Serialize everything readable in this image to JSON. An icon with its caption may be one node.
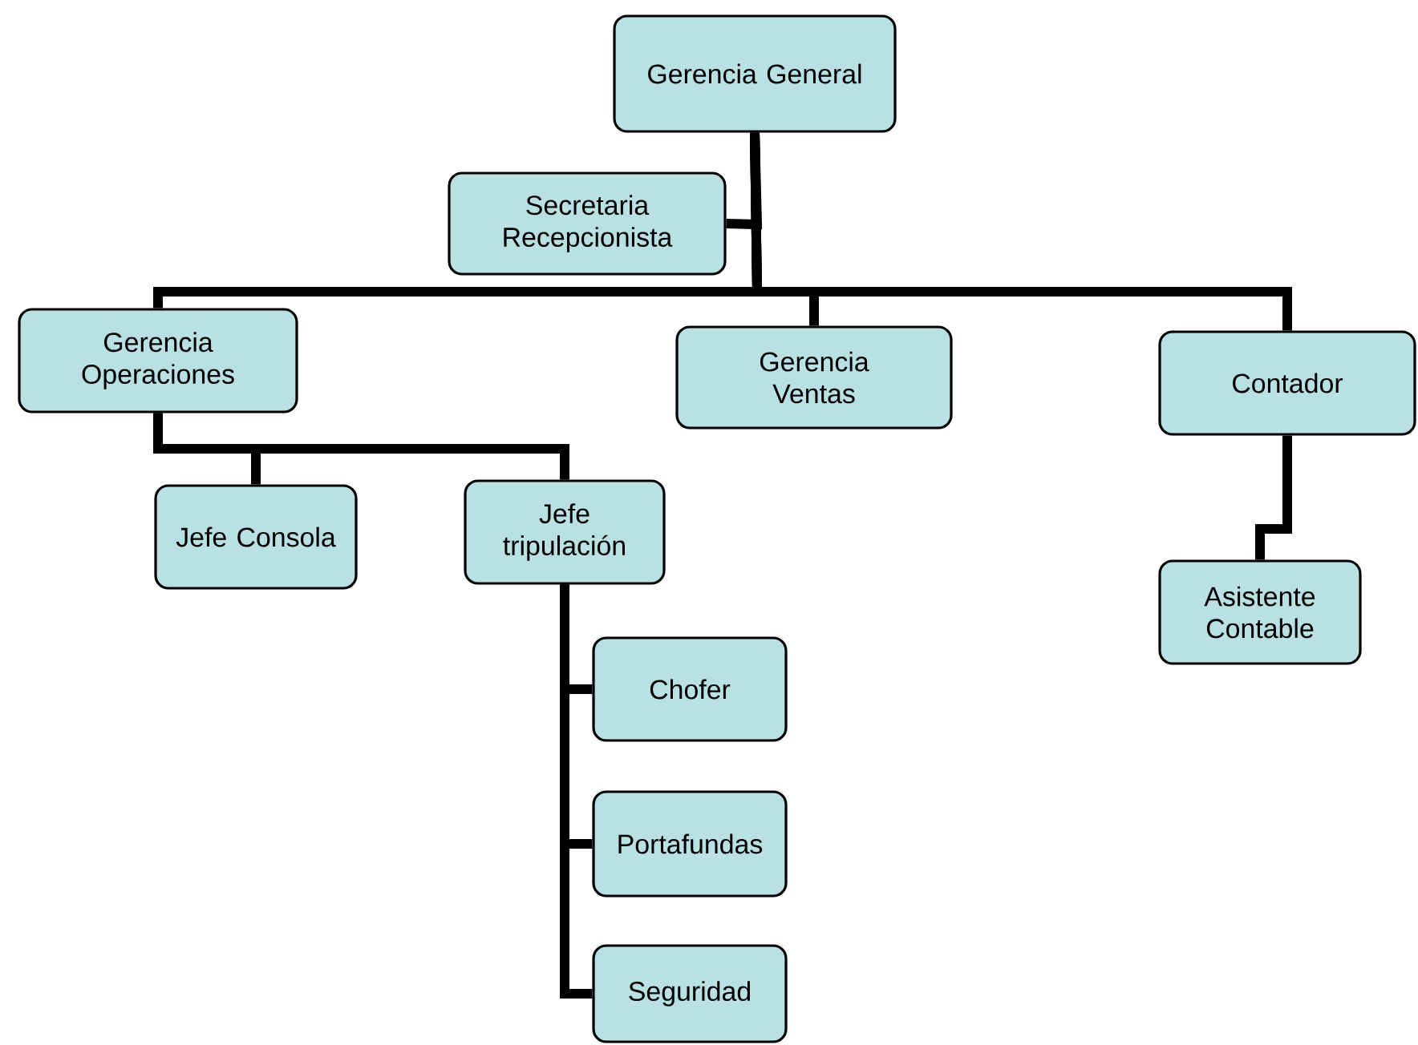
{
  "diagram": {
    "nodes": [
      {
        "text": [
          "Gerencia General"
        ]
      },
      {
        "text": [
          "Secretaria Recepcionista"
        ]
      },
      {
        "text": [
          "Gerencia Operaciones"
        ]
      },
      {
        "text": [
          "Gerencia Ventas"
        ]
      },
      {
        "text": [
          "Contador"
        ]
      },
      {
        "text": [
          "Jefe Consola"
        ]
      },
      {
        "text": [
          "Jefe tripulación"
        ]
      },
      {
        "text": [
          "Asistente Contable"
        ]
      },
      {
        "text": [
          "Chofer"
        ]
      },
      {
        "text": [
          "Portafundas"
        ]
      },
      {
        "text": [
          "Seguridad"
        ]
      }
    ],
    "edges": [
      {
        "from": 0,
        "to": 1,
        "arrow": "none"
      },
      {
        "from": 0,
        "to": 2,
        "arrow": "none"
      },
      {
        "from": 0,
        "to": 3,
        "arrow": "none"
      },
      {
        "from": 0,
        "to": 4,
        "arrow": "none"
      },
      {
        "from": 2,
        "to": 5,
        "arrow": "none"
      },
      {
        "from": 2,
        "to": 6,
        "arrow": "none"
      },
      {
        "from": 4,
        "to": 7,
        "arrow": "none"
      },
      {
        "from": 6,
        "to": 8,
        "arrow": "none"
      },
      {
        "from": 6,
        "to": 9,
        "arrow": "none"
      },
      {
        "from": 6,
        "to": 10,
        "arrow": "none"
      }
    ]
  }
}
